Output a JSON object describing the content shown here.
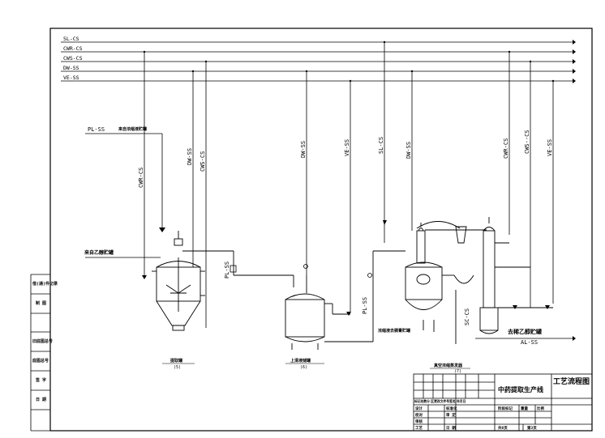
{
  "headers": [
    {
      "id": "sl",
      "label": "SL-CS"
    },
    {
      "id": "cwr",
      "label": "CWR-CS"
    },
    {
      "id": "cws",
      "label": "CWS-CS"
    },
    {
      "id": "dw",
      "label": "DW-SS"
    },
    {
      "id": "ve",
      "label": "VE-SS"
    }
  ],
  "line_labels": {
    "pl_ss_top": "PL-SS",
    "from_solvent_tank": "来自浓缩液贮罐",
    "cwr_cs_1": "CWR-CS",
    "dw_ss_1": "DW-SS",
    "cws_cs_1": "CWS-CS",
    "dw_ss_2": "DW-SS",
    "ve_ss_2": "VE-SS",
    "sl_cs_3": "SL-CS",
    "dw_ss_3": "DW-SS",
    "cwr_cs_3": "CWR-CS",
    "cws_cs_3": "CWS--CS",
    "ve_ss_3": "VE-SS",
    "from_ethanol_tank": "来自乙醇贮罐",
    "pl_ss_mid": "PL-SS",
    "pl_ss_low": "PL-SS",
    "sc_cs": "SC-CS",
    "to_ethanol_tank": "去稀乙醇贮罐",
    "al_ss": "AL-SS",
    "to_paste_tank": "浓缩液去稠膏贮罐"
  },
  "equipment": [
    {
      "id": "extractor",
      "name": "提取罐",
      "code": "(5)"
    },
    {
      "id": "settling",
      "name": "上清液储罐",
      "code": "(6)"
    },
    {
      "id": "concentrator",
      "name": "真空浓缩蒸发器",
      "code": "(7)"
    }
  ],
  "left_strip": [
    "借(通)件记录",
    "制 图",
    "",
    "",
    "旧底图总号",
    "底图总号",
    "签 字",
    "日 期"
  ],
  "title_block": {
    "drawing_title": "工艺流程图",
    "project": "中药提取生产线",
    "rev_header": "标记处数分 区更改文件号签名 年月日",
    "rows": [
      {
        "role": "设计",
        "col2": "标准化"
      },
      {
        "role": "校对",
        "col2": "审 定"
      },
      {
        "role": "审核",
        "col2": ""
      },
      {
        "role": "工艺",
        "col2": "日 期"
      }
    ],
    "stage": "阶段标记",
    "weight": "重量",
    "scale": "比例",
    "sheets_total": "共8页",
    "sheet_no": "第3页"
  }
}
